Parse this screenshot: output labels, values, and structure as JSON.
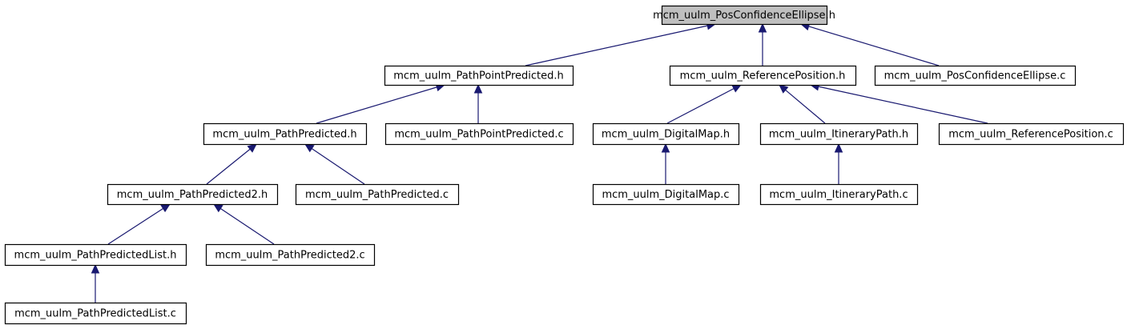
{
  "colors": {
    "edge": "#191970",
    "root_fill": "#bfbfbf",
    "node_fill": "#ffffff",
    "border": "#000000"
  },
  "nodes": [
    {
      "id": "n0",
      "label": "mcm_uulm_PosConfidenceEllipse.h",
      "root": true
    },
    {
      "id": "n1",
      "label": "mcm_uulm_PathPointPredicted.h"
    },
    {
      "id": "n2",
      "label": "mcm_uulm_ReferencePosition.h"
    },
    {
      "id": "n3",
      "label": "mcm_uulm_PosConfidenceEllipse.c"
    },
    {
      "id": "n4",
      "label": "mcm_uulm_PathPredicted.h"
    },
    {
      "id": "n5",
      "label": "mcm_uulm_PathPointPredicted.c"
    },
    {
      "id": "n6",
      "label": "mcm_uulm_DigitalMap.h"
    },
    {
      "id": "n7",
      "label": "mcm_uulm_ItineraryPath.h"
    },
    {
      "id": "n8",
      "label": "mcm_uulm_ReferencePosition.c"
    },
    {
      "id": "n9",
      "label": "mcm_uulm_PathPredicted2.h"
    },
    {
      "id": "n10",
      "label": "mcm_uulm_PathPredicted.c"
    },
    {
      "id": "n11",
      "label": "mcm_uulm_DigitalMap.c"
    },
    {
      "id": "n12",
      "label": "mcm_uulm_ItineraryPath.c"
    },
    {
      "id": "n13",
      "label": "mcm_uulm_PathPredictedList.h"
    },
    {
      "id": "n14",
      "label": "mcm_uulm_PathPredicted2.c"
    },
    {
      "id": "n15",
      "label": "mcm_uulm_PathPredictedList.c"
    }
  ],
  "edges": [
    {
      "from": "n1",
      "to": "n0"
    },
    {
      "from": "n2",
      "to": "n0"
    },
    {
      "from": "n3",
      "to": "n0"
    },
    {
      "from": "n4",
      "to": "n1"
    },
    {
      "from": "n5",
      "to": "n1"
    },
    {
      "from": "n6",
      "to": "n2"
    },
    {
      "from": "n7",
      "to": "n2"
    },
    {
      "from": "n8",
      "to": "n2"
    },
    {
      "from": "n9",
      "to": "n4"
    },
    {
      "from": "n10",
      "to": "n4"
    },
    {
      "from": "n11",
      "to": "n6"
    },
    {
      "from": "n12",
      "to": "n7"
    },
    {
      "from": "n13",
      "to": "n9"
    },
    {
      "from": "n14",
      "to": "n9"
    },
    {
      "from": "n15",
      "to": "n13"
    }
  ]
}
